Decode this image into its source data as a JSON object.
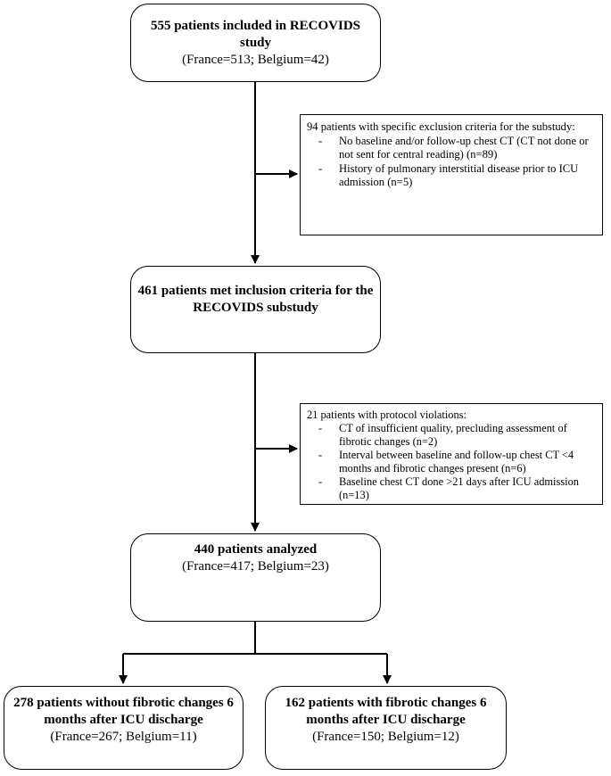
{
  "boxes": {
    "included": {
      "title": "555 patients included in RECOVIDS study",
      "detail": "(France=513; Belgium=42)"
    },
    "exclusion": {
      "heading": "94 patients with specific exclusion criteria for the substudy:",
      "items": [
        "No baseline and/or follow-up chest CT (CT not done or not sent for central reading) (n=89)",
        "History of pulmonary interstitial disease prior to ICU admission (n=5)"
      ]
    },
    "met_criteria": {
      "title": "461 patients met inclusion criteria for the RECOVIDS substudy"
    },
    "violations": {
      "heading": "21 patients with protocol violations:",
      "items": [
        "CT of insufficient quality, precluding assessment of fibrotic changes (n=2)",
        "Interval between baseline and follow-up chest CT <4 months and fibrotic changes present (n=6)",
        "Baseline chest CT done >21 days after ICU admission (n=13)"
      ]
    },
    "analyzed": {
      "title": "440 patients analyzed",
      "detail": "(France=417; Belgium=23)"
    },
    "no_fibrotic": {
      "title": "278 patients without fibrotic changes 6 months after ICU discharge",
      "detail": "(France=267; Belgium=11)"
    },
    "fibrotic": {
      "title": "162 patients with fibrotic changes 6 months after ICU discharge",
      "detail": "(France=150; Belgium=12)"
    }
  }
}
